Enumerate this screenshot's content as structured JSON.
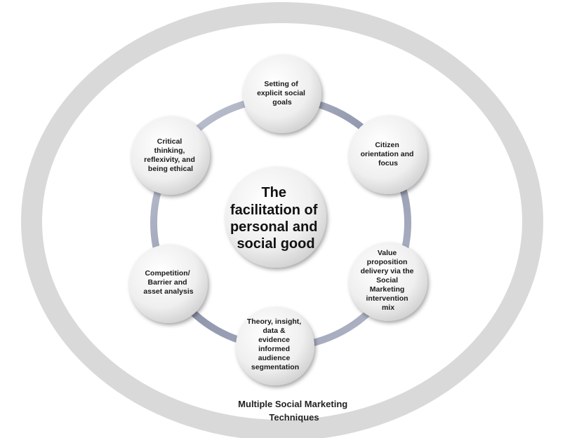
{
  "center": {
    "lines": [
      "The",
      "facilitation of",
      "personal and",
      "social good"
    ]
  },
  "outer_label": {
    "lines": [
      "Multiple Social Marketing",
      "Techniques"
    ]
  },
  "nodes": [
    {
      "id": "goals",
      "lines": [
        "Setting of",
        "explicit social",
        "goals"
      ]
    },
    {
      "id": "citizen",
      "lines": [
        "Citizen",
        "orientation and",
        "focus"
      ]
    },
    {
      "id": "value",
      "lines": [
        "Value",
        "proposition",
        "delivery via the",
        "Social",
        "Marketing",
        "intervention",
        "mix"
      ]
    },
    {
      "id": "theory",
      "lines": [
        "Theory, insight,",
        "data &",
        "evidence",
        "informed",
        "audience",
        "segmentation"
      ]
    },
    {
      "id": "competition",
      "lines": [
        "Competition/",
        "Barrier and",
        "asset analysis"
      ]
    },
    {
      "id": "critical",
      "lines": [
        "Critical",
        "thinking,",
        "reflexivity, and",
        "being ethical"
      ]
    }
  ],
  "colors": {
    "outer_ring": "#d9d9d9",
    "ring": "#9aa0b4",
    "node_fill": "#f2f2f2"
  }
}
